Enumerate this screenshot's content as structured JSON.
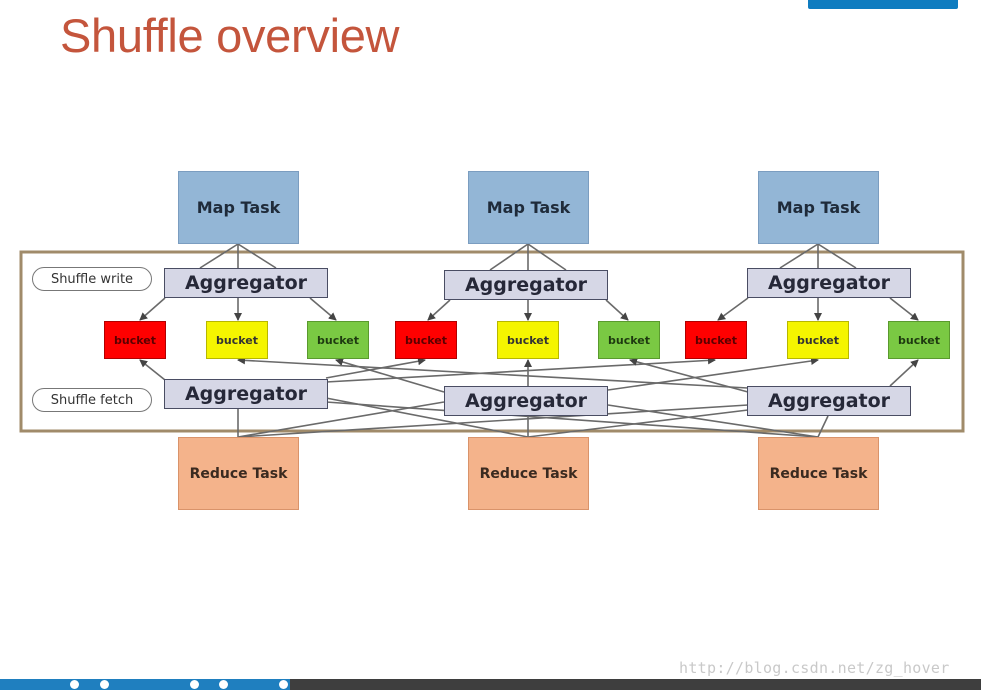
{
  "slide": {
    "title": "Shuffle overview"
  },
  "diagram": {
    "labels": {
      "shuffle_write": "Shuffle write",
      "shuffle_fetch": "Shuffle fetch"
    },
    "map_tasks": [
      "Map Task",
      "Map Task",
      "Map Task"
    ],
    "reduce_tasks": [
      "Reduce Task",
      "Reduce Task",
      "Reduce Task"
    ],
    "write_aggregators": [
      "Aggregator",
      "Aggregator",
      "Aggregator"
    ],
    "fetch_aggregators": [
      "Aggregator",
      "Aggregator",
      "Aggregator"
    ],
    "buckets": [
      {
        "label": "bucket",
        "color": "#ff0000"
      },
      {
        "label": "bucket",
        "color": "#f5f500"
      },
      {
        "label": "bucket",
        "color": "#7ac943"
      },
      {
        "label": "bucket",
        "color": "#ff0000"
      },
      {
        "label": "bucket",
        "color": "#f5f500"
      },
      {
        "label": "bucket",
        "color": "#7ac943"
      },
      {
        "label": "bucket",
        "color": "#ff0000"
      },
      {
        "label": "bucket",
        "color": "#f5f500"
      },
      {
        "label": "bucket",
        "color": "#7ac943"
      }
    ],
    "colors": {
      "title": "#c4553c",
      "map_task": "#93b6d6",
      "reduce_task": "#f4b38b",
      "aggregator": "#d6d7e6",
      "frame": "#a08b6a"
    }
  },
  "watermark": "http://blog.csdn.net/zg_hover"
}
